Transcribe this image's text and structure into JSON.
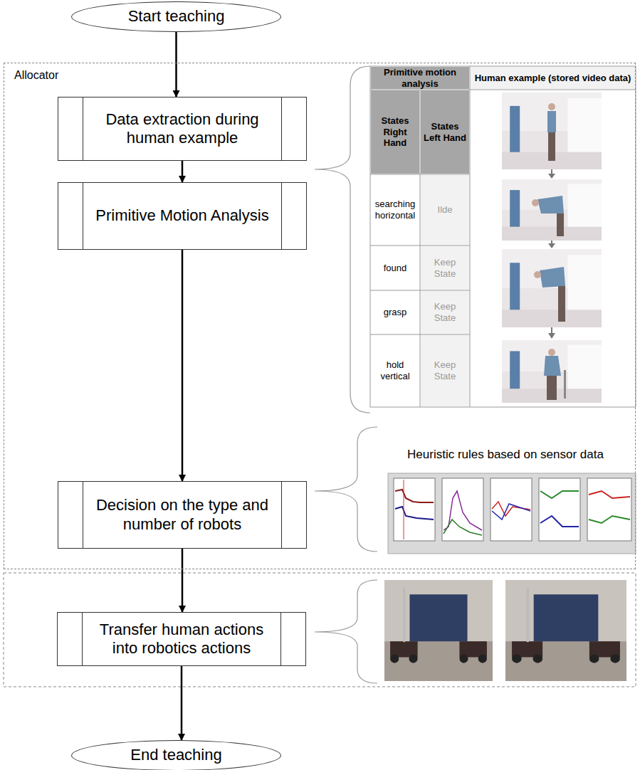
{
  "diagram": {
    "nodes": [
      {
        "text": [
          "Start teaching"
        ]
      },
      {
        "text": [
          "Allocator"
        ]
      },
      {
        "text": [
          "Data extraction during human example"
        ],
        "in": 1
      },
      {
        "text": [
          "Primitive Motion Analysis"
        ],
        "in": 1
      },
      {
        "text": [
          "Decision on the type and number of robots"
        ],
        "in": 1
      },
      {
        "text": [
          "Transfer human actions into robotics actions"
        ]
      },
      {
        "text": [
          "End teaching"
        ]
      }
    ],
    "edges": [
      {
        "from": 0,
        "to": 2,
        "arrow": "to"
      },
      {
        "from": 2,
        "to": 3,
        "arrow": "to"
      },
      {
        "from": 3,
        "to": 4,
        "arrow": "to"
      },
      {
        "from": 4,
        "to": 5,
        "arrow": "to"
      },
      {
        "from": 5,
        "to": 6,
        "arrow": "to"
      }
    ],
    "labels": [
      "Primitive motion analysis",
      "Human example (stored video data)",
      "States Right Hand",
      "States Left Hand",
      "searching horizontal",
      "Ilde",
      "found",
      "Keep State",
      "grasp",
      "Keep State",
      "hold vertical",
      "Keep State",
      "Heuristic rules based on sensor data"
    ]
  }
}
